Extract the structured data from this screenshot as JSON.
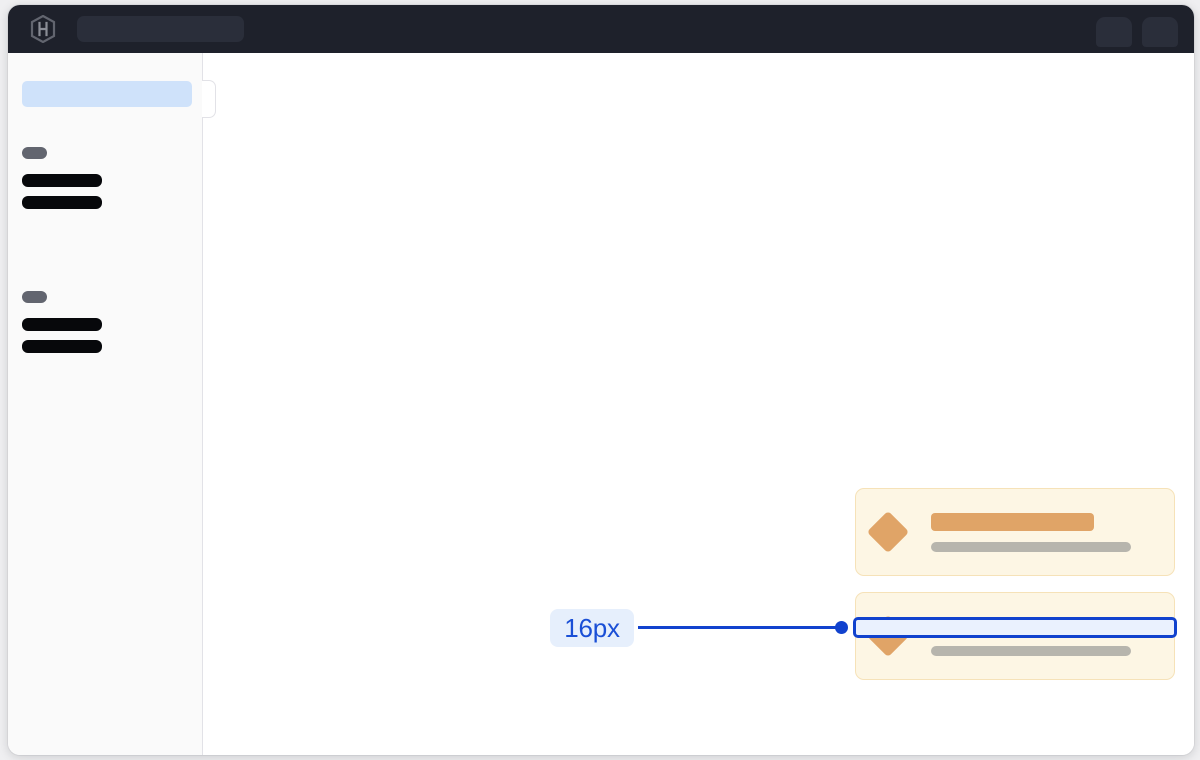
{
  "window": {
    "background_color": "#FFFFFF",
    "page_background_color": "#EFEFF1"
  },
  "topbar": {
    "background_color": "#1E212B",
    "logo_icon": "hexagon-h-logo-icon",
    "search": {
      "value": "",
      "placeholder": ""
    },
    "right_chips": [
      {
        "name": "nav-chip-1"
      },
      {
        "name": "nav-chip-2"
      }
    ]
  },
  "sidebar": {
    "background_color": "#FAFAFA",
    "border_color": "#E2E2E7",
    "handle_icon": "sidebar-collapse-handle-icon",
    "active_item": {
      "label": "",
      "highlight_color": "#CFE2FA"
    },
    "groups": [
      {
        "label": "",
        "label_color": "#62656F",
        "items": [
          {
            "label": ""
          },
          {
            "label": ""
          }
        ]
      },
      {
        "label": "",
        "label_color": "#62656F",
        "items": [
          {
            "label": ""
          },
          {
            "label": ""
          }
        ]
      }
    ]
  },
  "main": {
    "background_color": "#FFFFFF",
    "cards": [
      {
        "icon": "diamond-icon",
        "icon_color": "#E0A467",
        "background_color": "#FDF6E4",
        "border_color": "#F6E2B8",
        "primary_line": "",
        "secondary_line": ""
      },
      {
        "icon": "diamond-icon",
        "icon_color": "#E0A467",
        "background_color": "#FDF6E4",
        "border_color": "#F6E2B8",
        "primary_line": "",
        "secondary_line": ""
      }
    ]
  },
  "measurement": {
    "value_label": "16px",
    "accent_color": "#1142CE",
    "badge_background_color": "#E6EFFC",
    "badge_text_color": "#1A4FD6",
    "highlight_fill_color": "#EAF1FE"
  }
}
